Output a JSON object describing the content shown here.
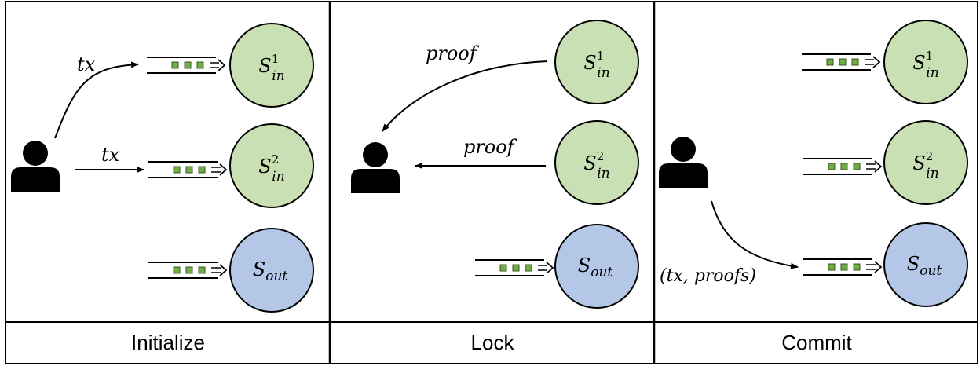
{
  "panels": [
    {
      "title": "Initialize"
    },
    {
      "title": "Lock"
    },
    {
      "title": "Commit"
    }
  ],
  "shards": {
    "in": {
      "base": "S",
      "sub": "in",
      "sup1": "1",
      "sup2": "2"
    },
    "out": {
      "base": "S",
      "sub": "out"
    }
  },
  "edges": {
    "tx": "tx",
    "proof": "proof",
    "tx_proofs": "(tx, proofs)"
  },
  "colors": {
    "shard_in_fill": "#c9e0b4",
    "shard_out_fill": "#b4c7e7",
    "queue_item": "#70ad47",
    "stroke": "#000000"
  },
  "icons": {
    "user": "user-icon",
    "queue": "queue-icon"
  }
}
